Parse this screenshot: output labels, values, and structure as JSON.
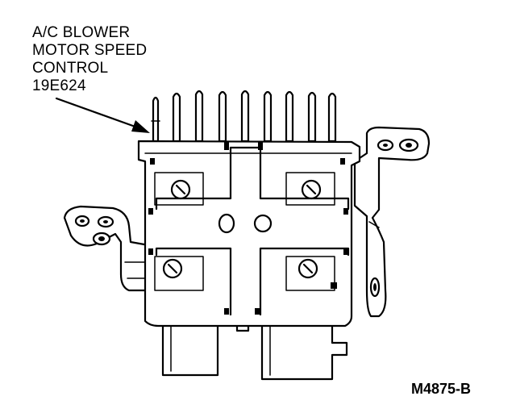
{
  "callout": {
    "line1": "A/C BLOWER",
    "line2": "MOTOR SPEED",
    "line3": "CONTROL",
    "line4": "19E624"
  },
  "figure_number": "M4875-B",
  "colors": {
    "ink": "#000000",
    "paper": "#ffffff"
  }
}
